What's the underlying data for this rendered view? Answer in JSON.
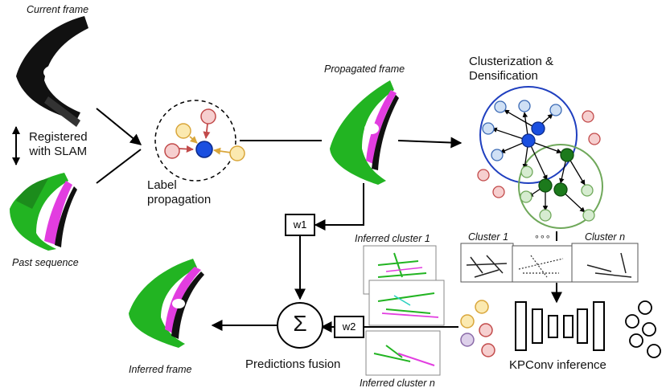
{
  "labels": {
    "current_frame": "Current frame",
    "registered_line1": "Registered",
    "registered_line2": "with SLAM",
    "past_sequence": "Past sequence",
    "label_prop_line1": "Label",
    "label_prop_line2": "propagation",
    "propagated_frame": "Propagated frame",
    "clusterization_line1": "Clusterization &",
    "clusterization_line2": "Densification",
    "w1": "w1",
    "w2": "w2",
    "sigma": "Σ",
    "inferred_cluster_1": "Inferred cluster 1",
    "inferred_cluster_n": "Inferred cluster n",
    "cluster_1": "Cluster 1",
    "cluster_n": "Cluster n",
    "ellipsis": "∘∘∘",
    "predictions_fusion": "Predictions fusion",
    "kpconv_inference": "KPConv inference",
    "inferred_frame": "Inferred frame"
  },
  "colors": {
    "points_green": "#22b422",
    "points_magenta": "#e23de0",
    "points_black": "#111111",
    "node_blue": "#1a4fe0",
    "node_light_blue": "#cfe0f5",
    "node_red_light": "#f6cfcf",
    "node_red_stroke": "#c24a4a",
    "node_yellow": "#fbe9b0",
    "node_yellow_stroke": "#d9a63a",
    "node_dark_green": "#1c7a1c",
    "node_light_green": "#d6ecd0",
    "circle_blue": "#1f3fbf",
    "circle_green": "#6fa85a",
    "node_purple": "#ddd0ea"
  }
}
